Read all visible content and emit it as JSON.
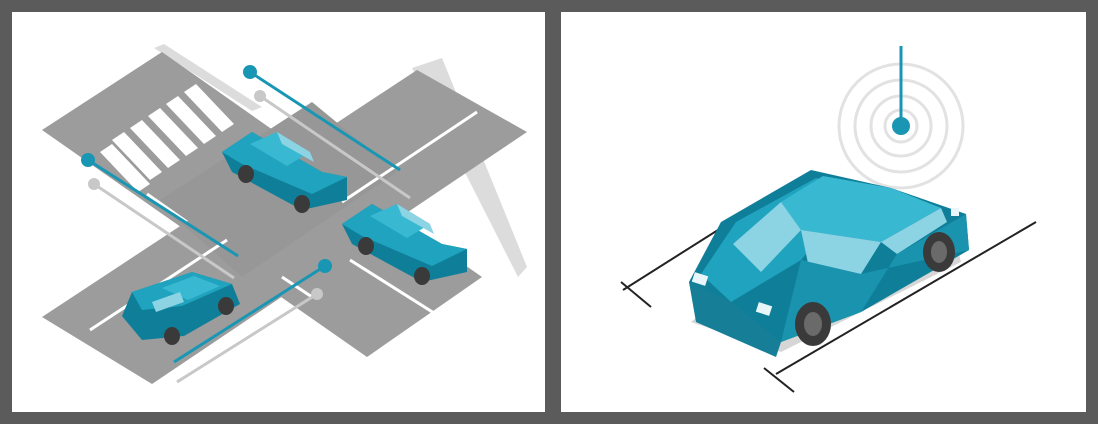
{
  "colors": {
    "frame": "#5b5b5b",
    "panel_bg": "#ffffff",
    "road": "#9c9c9c",
    "road_dark": "#8a8a8a",
    "curb": "#d9d9d9",
    "marking": "#ffffff",
    "car_body": "#1fa3bf",
    "car_body_dark": "#0f7f99",
    "car_roof": "#39b8d2",
    "car_window": "#8cd3e3",
    "tire": "#3a3a3a",
    "sensor_teal": "#1996b3",
    "sensor_shadow": "#c8c8c8",
    "line_dark": "#222222"
  },
  "panels": [
    {
      "name": "intersection-scene",
      "cars": 3,
      "sensor_poles": 3
    },
    {
      "name": "parking-spot-scene",
      "cars": 1,
      "sensor_poles": 1
    }
  ]
}
